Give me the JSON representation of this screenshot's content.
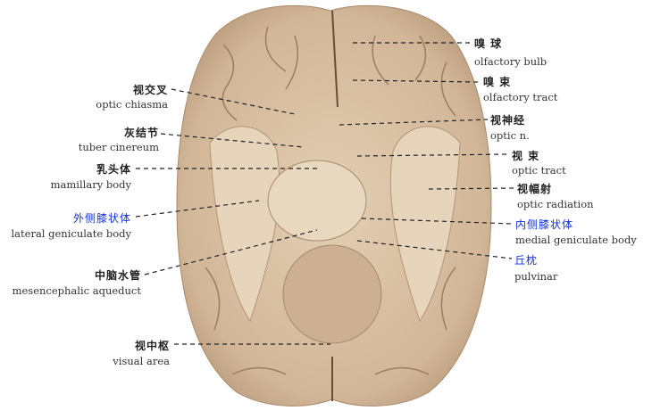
{
  "labels": {
    "olfactory_bulb": {
      "zh": "嗅  球",
      "en": "olfactory bulb"
    },
    "olfactory_tract": {
      "zh": "嗅  束",
      "en": "olfactory tract"
    },
    "optic_nerve": {
      "zh": "视神经",
      "en": "optic n."
    },
    "optic_tract": {
      "zh": "视  束",
      "en": "optic tract"
    },
    "optic_radiation": {
      "zh": "视幅射",
      "en": "optic radiation"
    },
    "medial_geniculate": {
      "zh": "内侧膝状体",
      "en": "medial geniculate body"
    },
    "pulvinar": {
      "zh": "丘枕",
      "en": "pulvinar"
    },
    "optic_chiasma": {
      "zh": "视交叉",
      "en": "optic chiasma"
    },
    "tuber_cinereum": {
      "zh": "灰结节",
      "en": "tuber cinereum"
    },
    "mamillary_body": {
      "zh": "乳头体",
      "en": "mamillary body"
    },
    "lateral_geniculate": {
      "zh": "外侧膝状体",
      "en": "lateral geniculate body"
    },
    "aqueduct": {
      "zh": "中脑水管",
      "en": "mesencephalic aqueduct"
    },
    "visual_area": {
      "zh": "视中枢",
      "en": "visual area"
    }
  },
  "colors": {
    "highlight_label": "#1030e0",
    "tissue": "#d6bea2"
  }
}
